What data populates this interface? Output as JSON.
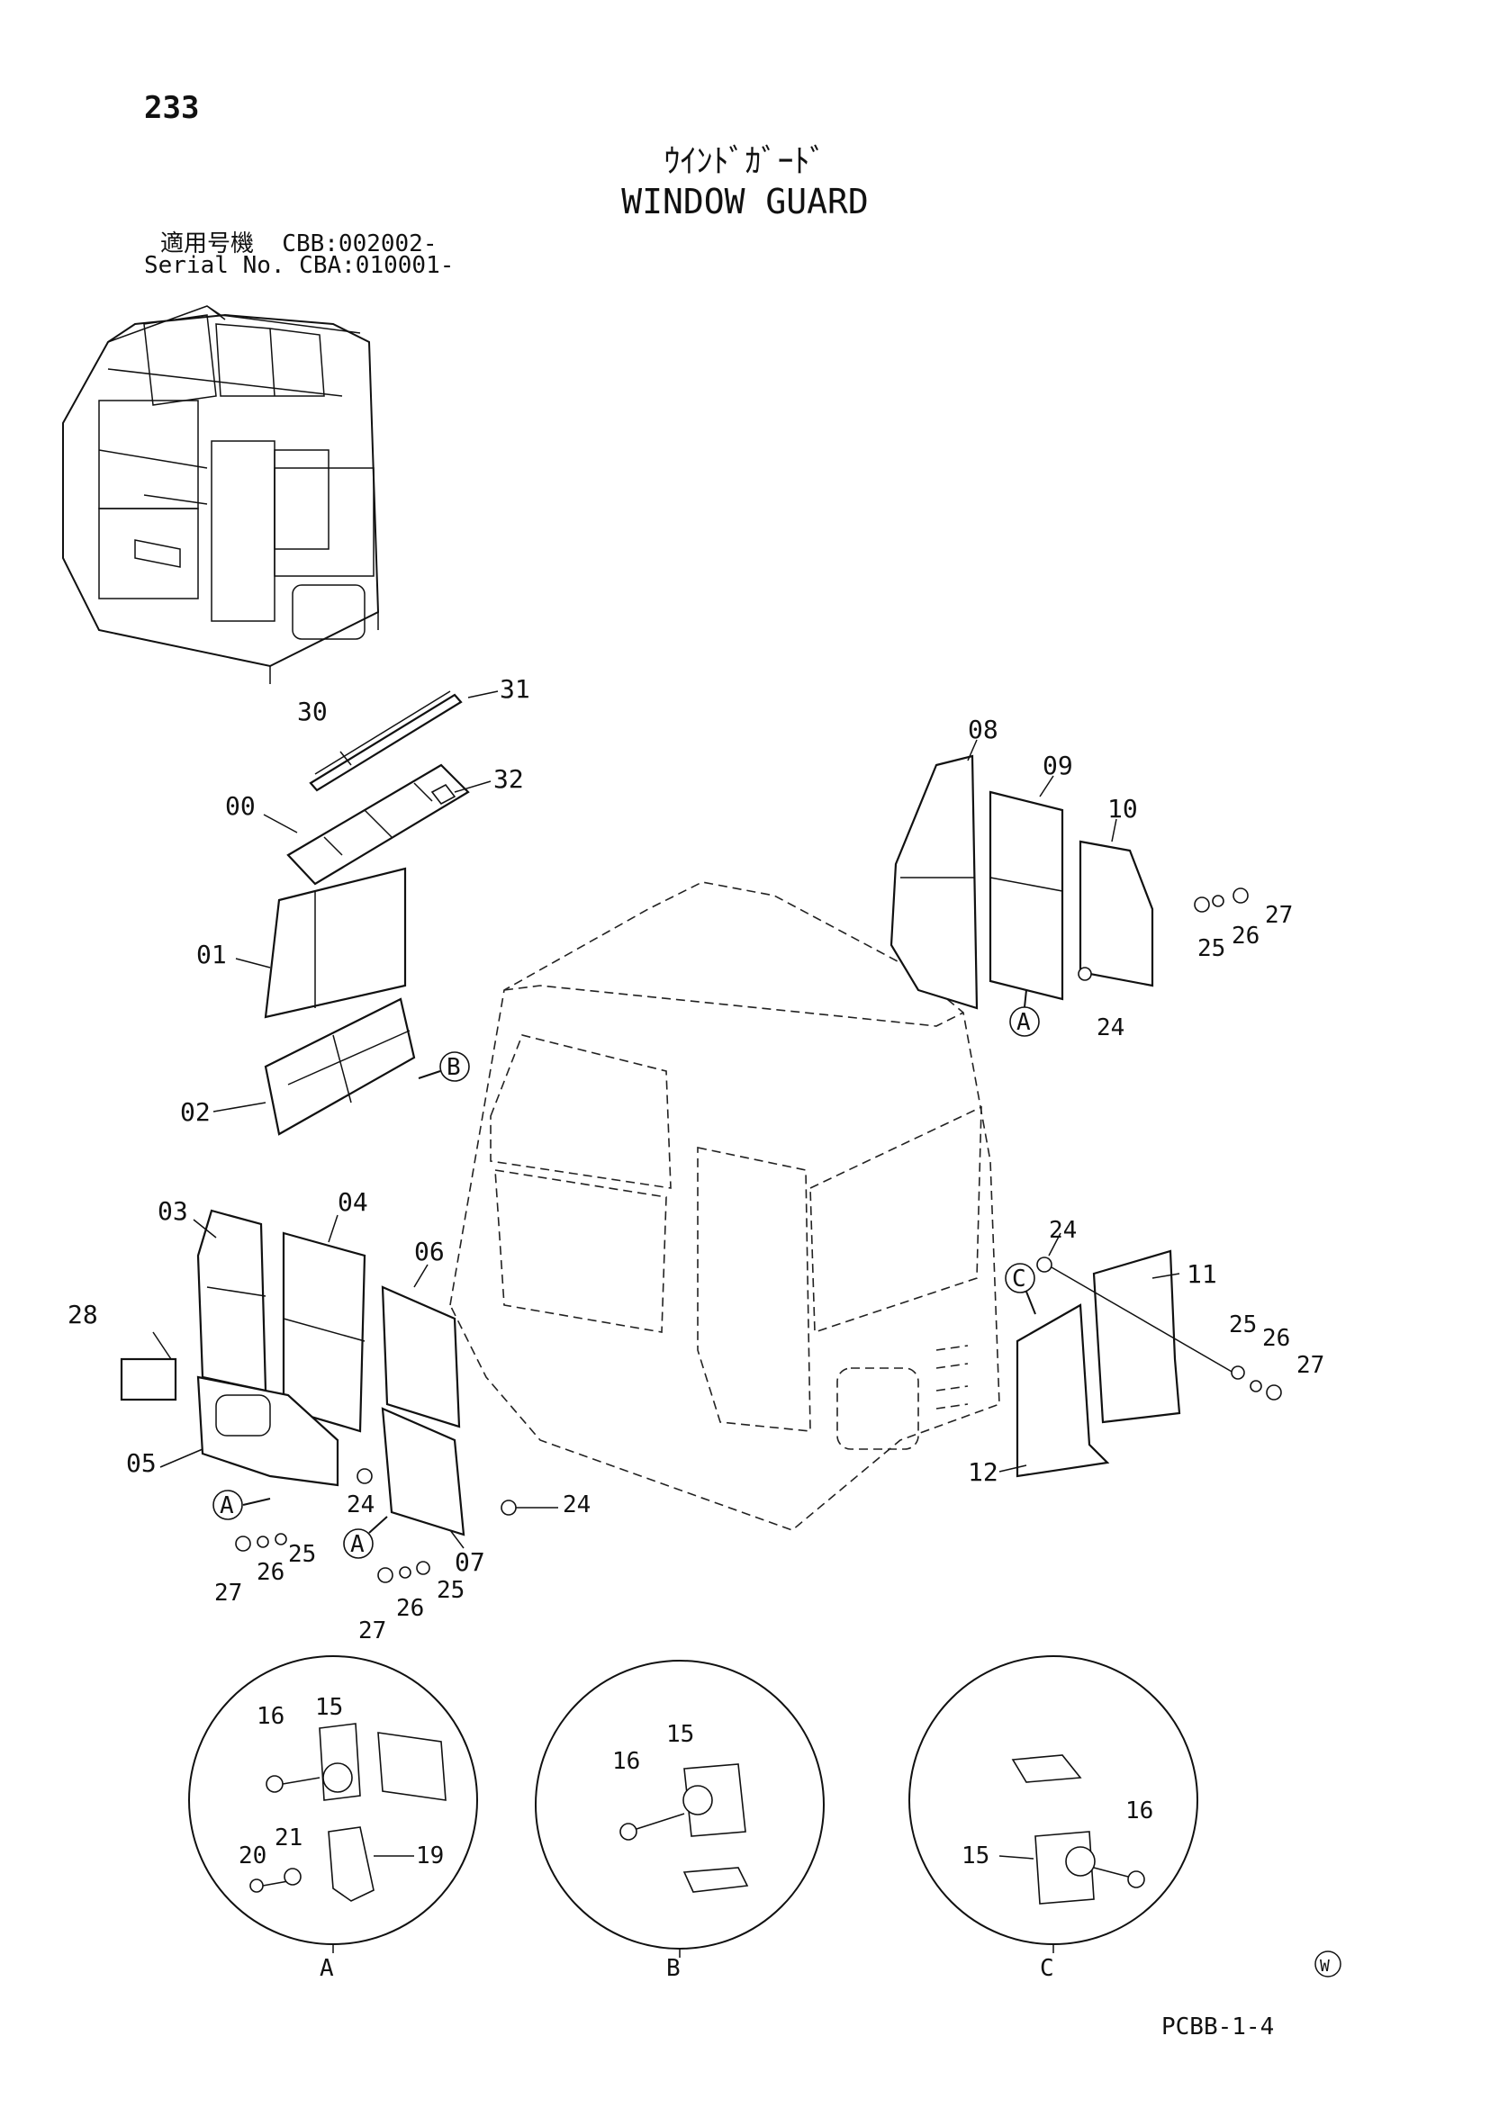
{
  "header": {
    "page_number": "233",
    "title_jp": "ｳｲﾝﾄﾞｶﾞｰﾄﾞ",
    "title_en": "WINDOW GUARD",
    "serial_line1": "適用号機  CBB:002002-",
    "serial_line2": "Serial No. CBA:010001-"
  },
  "callouts": {
    "c30": "30",
    "c31": "31",
    "c32": "32",
    "c00": "00",
    "c01": "01",
    "c02": "02",
    "c03": "03",
    "c04": "04",
    "c05": "05",
    "c06": "06",
    "c07": "07",
    "c08": "08",
    "c09": "09",
    "c10": "10",
    "c11": "11",
    "c12": "12",
    "c28": "28",
    "r_a1": "A",
    "r_a2": "A",
    "r_a3": "A",
    "r_b": "B",
    "r_c": "C",
    "right_top": {
      "n25": "25",
      "n26": "26",
      "n27": "27",
      "n24": "24"
    },
    "right_mid": {
      "n24": "24",
      "n25": "25",
      "n26": "26",
      "n27": "27"
    },
    "left_a": {
      "n24": "24",
      "n25": "25",
      "n26": "26",
      "n27": "27"
    },
    "left_b": {
      "n24": "24",
      "n25": "25",
      "n26": "26",
      "n27": "27"
    }
  },
  "details": {
    "A": {
      "label": "A",
      "n15": "15",
      "n16": "16",
      "n19": "19",
      "n20": "20",
      "n21": "21"
    },
    "B": {
      "label": "B",
      "n15": "15",
      "n16": "16"
    },
    "C": {
      "label": "C",
      "n15": "15",
      "n16": "16"
    }
  },
  "footer": {
    "code": "PCBB-1-4",
    "mark": "W"
  }
}
